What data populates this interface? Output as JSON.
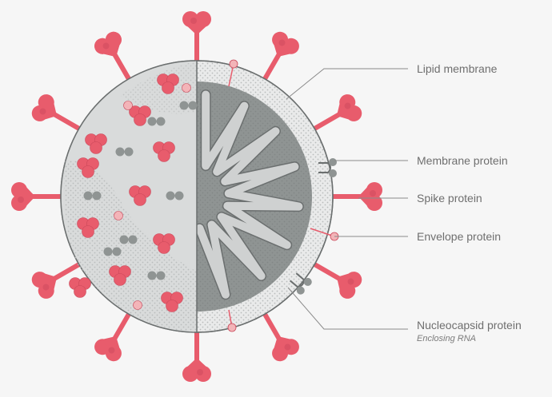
{
  "colors": {
    "background": "#f6f6f6",
    "spike": "#e85c6c",
    "spike_dark": "#c9485a",
    "envelope": "#f3b4b8",
    "membrane_pill": "#8f9493",
    "core_left": "#d9dbdb",
    "core_right": "#8f9493",
    "shell": "#e9eaea",
    "outline": "#6b6f6f",
    "rna": "#cfd1d1",
    "leader": "#8a8a8a"
  },
  "labels": {
    "lipid": "Lipid membrane",
    "membrane": "Membrane protein",
    "spike": "Spike protein",
    "envelope": "Envelope protein",
    "nucleocapsid": "Nucleocapsid protein",
    "nucleocapsid_sub": "Enclosing RNA"
  }
}
